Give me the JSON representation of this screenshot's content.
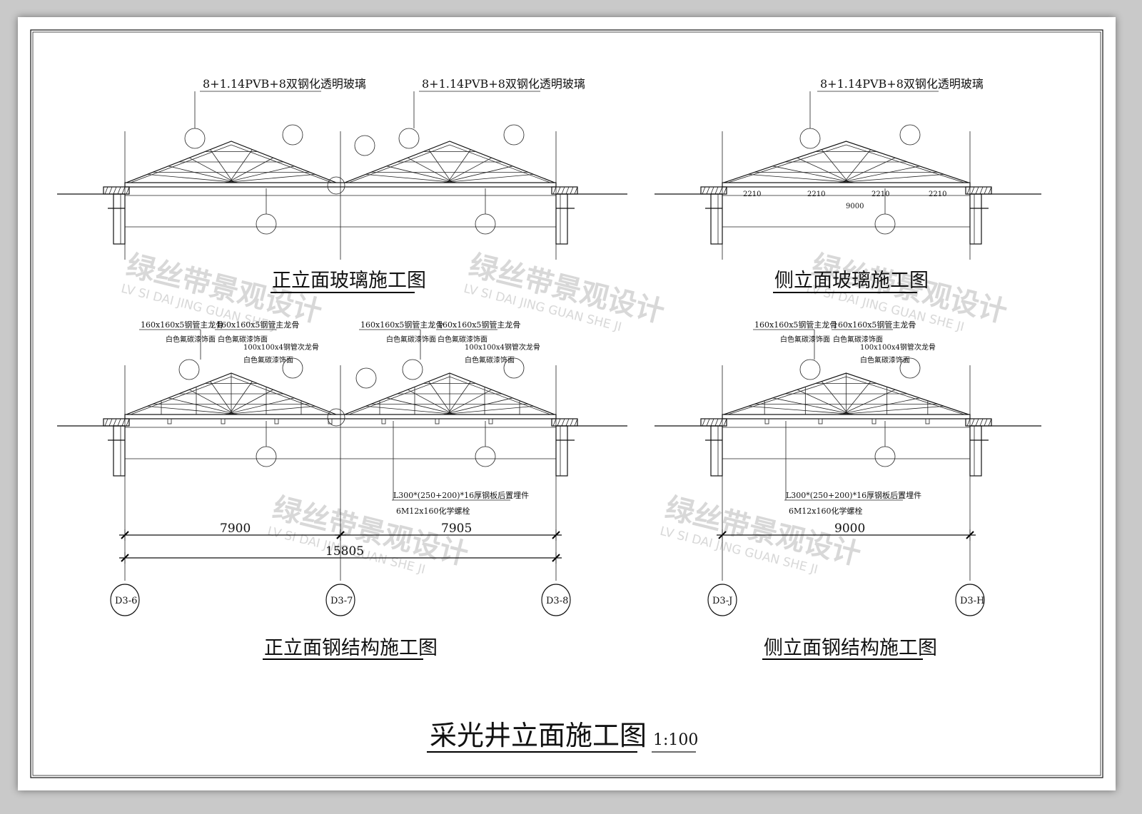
{
  "sheet": {
    "title": "采光井立面施工图",
    "scale": "1:100"
  },
  "views": {
    "front_glass": {
      "title": "正立面玻璃施工图",
      "glass_note": "8+1.14PVB+8双钢化透明玻璃"
    },
    "side_glass": {
      "title": "侧立面玻璃施工图",
      "glass_note": "8+1.14PVB+8双钢化透明玻璃",
      "segments": [
        "2210",
        "2210",
        "2210",
        "2210"
      ],
      "span": "9000"
    },
    "front_steel": {
      "title": "正立面钢结构施工图",
      "notes": [
        "160x160x5钢管主龙骨",
        "白色氟碳漆饰面",
        "100x100x4钢管次龙骨",
        "白色氟碳漆饰面"
      ],
      "embed_note": "L300*(250+200)*16厚钢板后置埋件",
      "bolt_note": "6M12x160化学螺栓"
    },
    "side_steel": {
      "title": "侧立面钢结构施工图",
      "notes": [
        "160x160x5钢管主龙骨",
        "白色氟碳漆饰面",
        "100x100x4钢管次龙骨",
        "白色氟碳漆饰面"
      ],
      "embed_note": "L300*(250+200)*16厚钢板后置埋件",
      "bolt_note": "6M12x160化学螺栓"
    }
  },
  "dimensions": {
    "front": [
      "7900",
      "7905"
    ],
    "front_total": "15805",
    "side": [
      "9000"
    ]
  },
  "axes": {
    "front": [
      "D3-6",
      "D3-7",
      "D3-8"
    ],
    "side": [
      "D3-J",
      "D3-H"
    ]
  },
  "watermark": {
    "cn": "绿丝带景观设计",
    "en": "LV SI DAI JING GUAN SHE JI"
  }
}
